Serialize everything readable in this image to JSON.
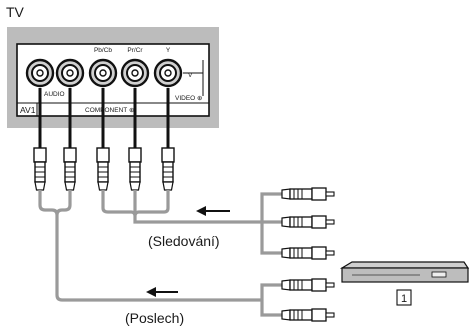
{
  "diagram": {
    "title": "TV",
    "panel": {
      "jack_labels": [
        "Pb/Cb",
        "Pr/Cr",
        "Y"
      ],
      "audio_label": "AUDIO",
      "v_label": "V",
      "av_label": "AV1",
      "component_label": "COMPONENT ⊕",
      "video_label": "VIDEO ⊕"
    },
    "viewing_label": "(Sledování)",
    "listening_label": "(Poslech)",
    "device_number": "1"
  }
}
